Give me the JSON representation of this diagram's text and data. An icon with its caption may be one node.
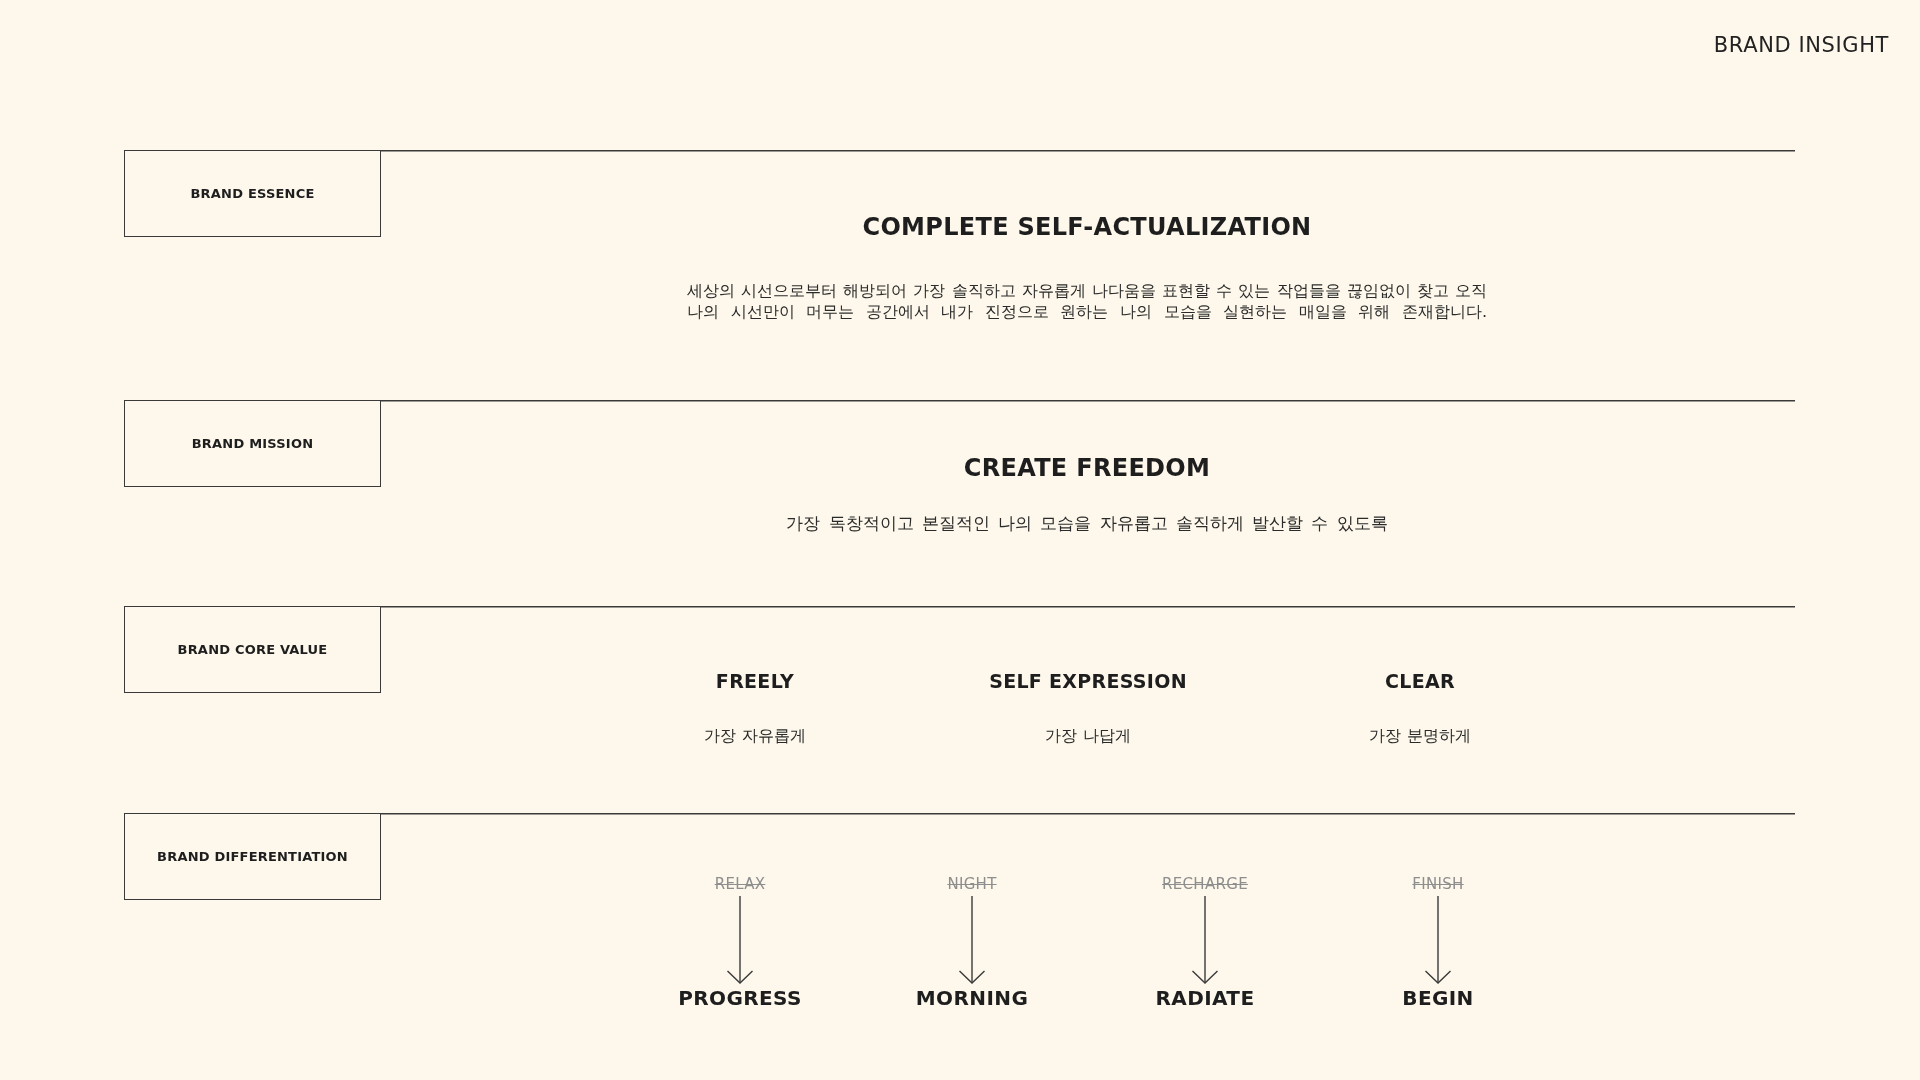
{
  "diagram": {
    "title": "BRAND INSIGHT",
    "nodes": [
      {
        "text": [
          "BRAND ESSENCE"
        ]
      },
      {
        "text": [
          "BRAND MISSION"
        ]
      },
      {
        "text": [
          "BRAND CORE VALUE"
        ]
      },
      {
        "text": [
          "BRAND DIFFERENTIATION"
        ]
      },
      {
        "text": [
          "RELAX"
        ]
      },
      {
        "text": [
          "NIGHT"
        ]
      },
      {
        "text": [
          "RECHARGE"
        ]
      },
      {
        "text": [
          "FINISH"
        ]
      },
      {
        "text": [
          "PROGRESS"
        ]
      },
      {
        "text": [
          "MORNING"
        ]
      },
      {
        "text": [
          "RADIATE"
        ]
      },
      {
        "text": [
          "BEGIN"
        ]
      }
    ],
    "edges": [
      {
        "from": 4,
        "to": 8,
        "arrow": "to"
      },
      {
        "from": 5,
        "to": 9,
        "arrow": "to"
      },
      {
        "from": 6,
        "to": 10,
        "arrow": "to"
      },
      {
        "from": 7,
        "to": 11,
        "arrow": "to"
      }
    ],
    "labels": [
      "COMPLETE SELF-ACTUALIZATION",
      "세상의 시선으로부터 해방되어 가장 솔직하고 자유롭게 나다움을 표현할 수 있는 작업들을 끊임없이 찾고 오직 나의 시선만이 머무는 공간에서 내가 진정으로 원하는 나의 모습을 실현하는 매일을 위해 존재합니다.",
      "CREATE FREEDOM",
      "가장 독창적이고 본질적인 나의 모습을 자유롭고 솔직하게 발산할 수 있도록",
      "FREELY",
      "SELF EXPRESSION",
      "CLEAR",
      "가장 자유롭게",
      "가장 나답게",
      "가장 분명하게"
    ]
  }
}
